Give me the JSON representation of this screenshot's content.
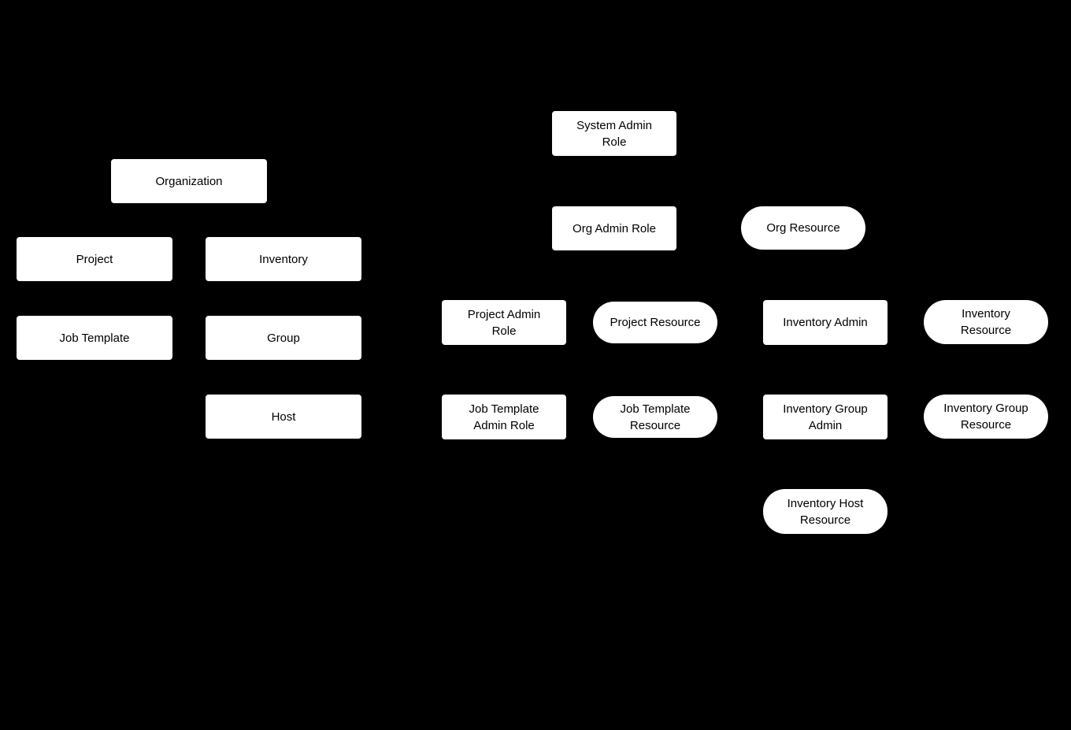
{
  "canvas": {
    "background_color": "#000000",
    "node_fill_color": "#ffffff",
    "node_text_color": "#000000"
  },
  "nodes": [
    {
      "id": "organization",
      "label": "Organization",
      "shape": "rect"
    },
    {
      "id": "project",
      "label": "Project",
      "shape": "rect"
    },
    {
      "id": "inventory",
      "label": "Inventory",
      "shape": "rect"
    },
    {
      "id": "job-template",
      "label": "Job Template",
      "shape": "rect"
    },
    {
      "id": "group",
      "label": "Group",
      "shape": "rect"
    },
    {
      "id": "host",
      "label": "Host",
      "shape": "rect"
    },
    {
      "id": "system-admin-role",
      "label": "System Admin\nRole",
      "shape": "rect"
    },
    {
      "id": "org-admin-role",
      "label": "Org Admin Role",
      "shape": "rect"
    },
    {
      "id": "org-resource",
      "label": "Org Resource",
      "shape": "stadium"
    },
    {
      "id": "project-admin-role",
      "label": "Project Admin\nRole",
      "shape": "rect"
    },
    {
      "id": "project-resource",
      "label": "Project Resource",
      "shape": "stadium"
    },
    {
      "id": "inventory-admin",
      "label": "Inventory Admin",
      "shape": "rect"
    },
    {
      "id": "inventory-resource",
      "label": "Inventory\nResource",
      "shape": "stadium"
    },
    {
      "id": "job-template-admin-role",
      "label": "Job Template\nAdmin Role",
      "shape": "rect"
    },
    {
      "id": "job-template-resource",
      "label": "Job Template\nResource",
      "shape": "stadium"
    },
    {
      "id": "inventory-group-admin",
      "label": "Inventory Group\nAdmin",
      "shape": "rect"
    },
    {
      "id": "inventory-group-resource",
      "label": "Inventory Group\nResource",
      "shape": "stadium"
    },
    {
      "id": "inventory-host-resource",
      "label": "Inventory Host\nResource",
      "shape": "stadium"
    }
  ]
}
